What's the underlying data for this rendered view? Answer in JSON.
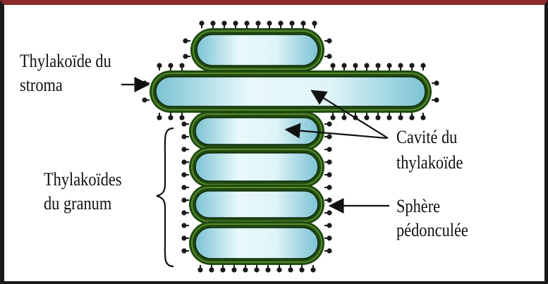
{
  "labels": {
    "stroma_thylakoid": [
      "Thylakoïde du",
      "stroma"
    ],
    "granum_thylakoids": [
      "Thylakoïdes",
      "du granum"
    ],
    "lumen": [
      "Cavité du",
      "thylakoïde"
    ],
    "stalked_sphere": [
      "Sphère",
      "pédonculée"
    ]
  },
  "colors": {
    "membrane": "#1f4a12",
    "membrane_light": "#5a8a2a",
    "lumen_fill": "#bfe6ee",
    "lumen_light": "#e9f8fb",
    "particle": "#1a1a1a",
    "frame_top": "#8a2a2a"
  }
}
